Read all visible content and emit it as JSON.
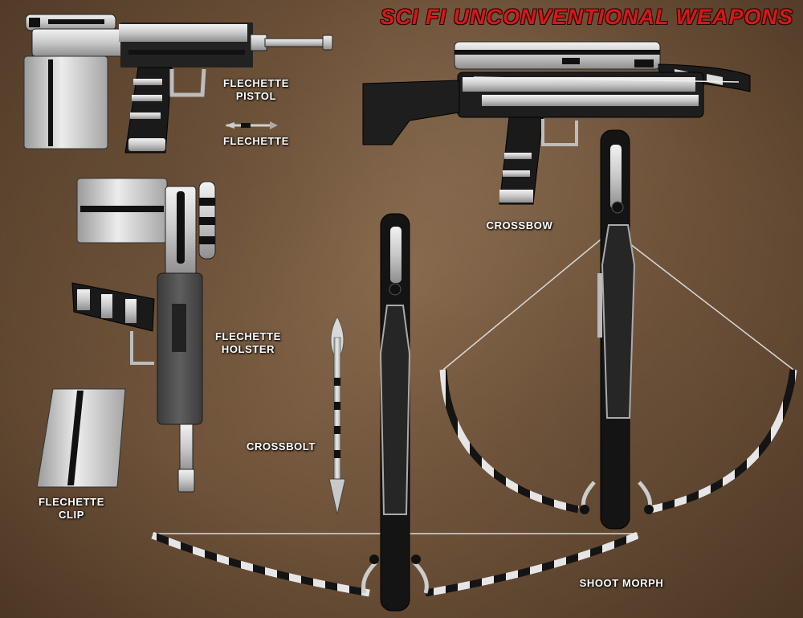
{
  "title": "SCI FI UNCONVENTIONAL WEAPONS",
  "labels": {
    "flechette_pistol": [
      "FLECHETTE",
      "PISTOL"
    ],
    "flechette": "FLECHETTE",
    "crossbow": "CROSSBOW",
    "flechette_holster": [
      "FLECHETTE",
      "HOLSTER"
    ],
    "crossbolt": "CROSSBOLT",
    "flechette_clip": [
      "FLECHETTE",
      "CLIP"
    ],
    "shoot_morph": "SHOOT MORPH"
  },
  "colors": {
    "title_red": "#d21a1a",
    "metal": "#cfcfcf",
    "dark": "#1c1c1c",
    "background": "#7a5c41"
  }
}
